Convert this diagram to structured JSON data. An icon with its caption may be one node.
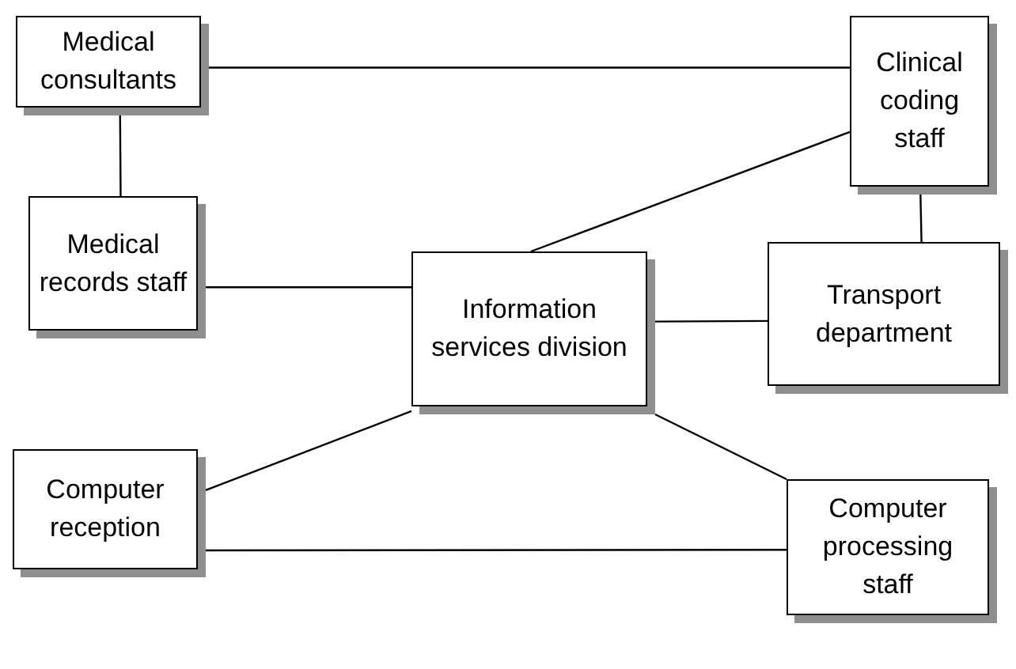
{
  "diagram": {
    "nodes": [
      {
        "text": [
          "Medical consultants"
        ]
      },
      {
        "text": [
          "Clinical coding staff"
        ]
      },
      {
        "text": [
          "Medical records staff"
        ]
      },
      {
        "text": [
          "Information services division"
        ]
      },
      {
        "text": [
          "Transport department"
        ]
      },
      {
        "text": [
          "Computer reception"
        ]
      },
      {
        "text": [
          "Computer processing staff"
        ]
      }
    ],
    "edges": [
      {
        "from": 0,
        "to": 1,
        "arrow": "none"
      },
      {
        "from": 0,
        "to": 2,
        "arrow": "none"
      },
      {
        "from": 1,
        "to": 3,
        "arrow": "none"
      },
      {
        "from": 2,
        "to": 3,
        "arrow": "none"
      },
      {
        "from": 1,
        "to": 4,
        "arrow": "none"
      },
      {
        "from": 3,
        "to": 4,
        "arrow": "none"
      },
      {
        "from": 3,
        "to": 5,
        "arrow": "none"
      },
      {
        "from": 3,
        "to": 6,
        "arrow": "none"
      },
      {
        "from": 5,
        "to": 6,
        "arrow": "none"
      }
    ]
  }
}
